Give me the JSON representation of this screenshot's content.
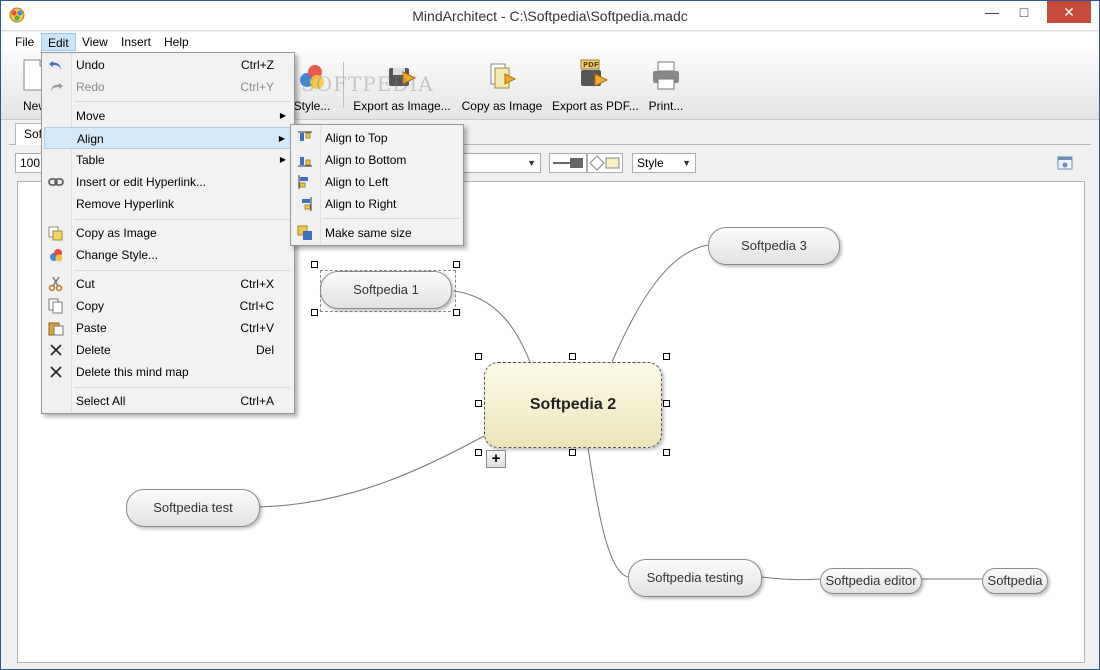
{
  "window": {
    "title": "MindArchitect - C:\\Softpedia\\Softpedia.madc"
  },
  "titlebar_controls": {
    "minimize": "—",
    "maximize": "□",
    "close": "✕"
  },
  "menubar": [
    "File",
    "Edit",
    "View",
    "Insert",
    "Help"
  ],
  "toolbar": {
    "new_label": "New",
    "style_label": "Style...",
    "export_image_label": "Export as Image...",
    "copy_image_label": "Copy as Image",
    "export_pdf_label": "Export as PDF...",
    "print_label": "Print...",
    "pdf_badge": "PDF"
  },
  "watermark": "SOFTPEDIA",
  "tabs": {
    "active": "Softpedia"
  },
  "formatbar": {
    "zoom": "100",
    "style_select": "Style"
  },
  "edit_menu": {
    "undo": "Undo",
    "undo_sc": "Ctrl+Z",
    "redo": "Redo",
    "redo_sc": "Ctrl+Y",
    "move": "Move",
    "align": "Align",
    "table": "Table",
    "insert_hyperlink": "Insert or edit Hyperlink...",
    "remove_hyperlink": "Remove Hyperlink",
    "copy_as_image": "Copy as Image",
    "change_style": "Change Style...",
    "cut": "Cut",
    "cut_sc": "Ctrl+X",
    "copy": "Copy",
    "copy_sc": "Ctrl+C",
    "paste": "Paste",
    "paste_sc": "Ctrl+V",
    "delete": "Delete",
    "delete_sc": "Del",
    "delete_map": "Delete this mind map",
    "select_all": "Select All",
    "select_all_sc": "Ctrl+A"
  },
  "align_menu": {
    "top": "Align to Top",
    "bottom": "Align to Bottom",
    "left": "Align to Left",
    "right": "Align to Right",
    "same_size": "Make same size"
  },
  "mindmap": {
    "central": "Softpedia 2",
    "node_1": "Softpedia 1",
    "node_3": "Softpedia 3",
    "node_test": "Softpedia test",
    "node_testing": "Softpedia testing",
    "node_editor": "Softpedia editor",
    "node_leaf": "Softpedia",
    "add_symbol": "+"
  },
  "colors": {
    "central_fill": "#ece5b9",
    "menu_highlight": "#d5e8f8",
    "close_button": "#c74a3a"
  }
}
